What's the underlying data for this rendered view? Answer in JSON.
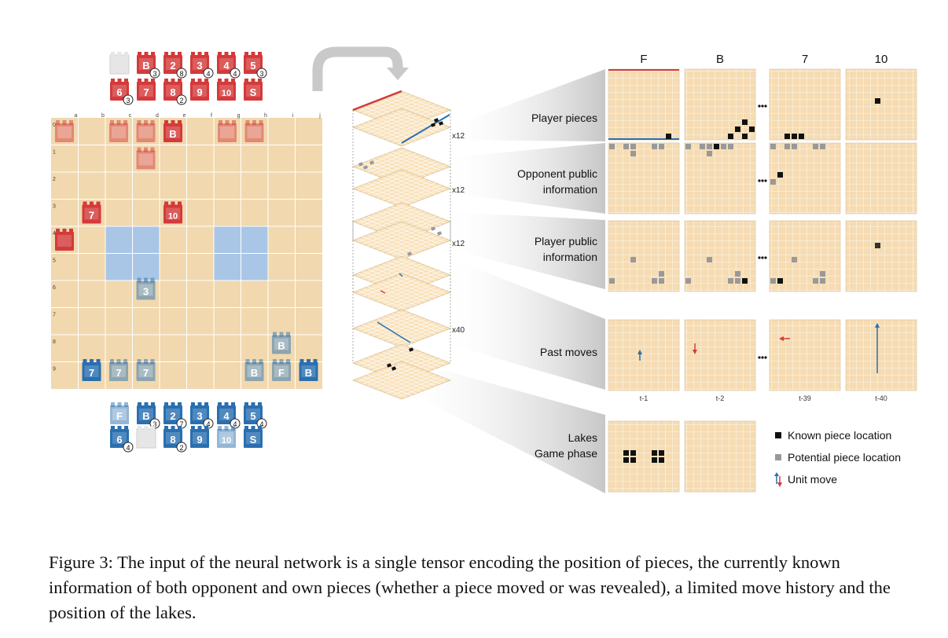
{
  "caption": "Figure 3: The input of the neural network is a single tensor encoding the position of pieces, the currently known information of both opponent and own pieces (whether a piece moved or was revealed), a limited move history and the position of the lakes.",
  "board": {
    "col_labels": [
      "a",
      "b",
      "c",
      "d",
      "e",
      "f",
      "g",
      "h",
      "i",
      "j"
    ],
    "row_labels": [
      "0",
      "1",
      "2",
      "3",
      "4",
      "5",
      "6",
      "7",
      "8",
      "9"
    ],
    "colors": {
      "board": "#f1d8ae",
      "grid": "#ffffff",
      "lake": "#a9c6e6",
      "red": "#d43a3a",
      "blue": "#2a6fb0"
    },
    "red_tray_row1": [
      {
        "label": "",
        "count": "",
        "faded": true
      },
      {
        "label": "B",
        "count": "3"
      },
      {
        "label": "2",
        "count": "8"
      },
      {
        "label": "3",
        "count": "4"
      },
      {
        "label": "4",
        "count": "4"
      },
      {
        "label": "5",
        "count": "3"
      }
    ],
    "red_tray_row2": [
      {
        "label": "6",
        "count": "3"
      },
      {
        "label": "7",
        "count": ""
      },
      {
        "label": "8",
        "count": "2"
      },
      {
        "label": "9",
        "count": ""
      },
      {
        "label": "10",
        "count": ""
      },
      {
        "label": "S",
        "count": ""
      }
    ],
    "blue_tray_row1": [
      {
        "label": "F",
        "count": "",
        "faded": true
      },
      {
        "label": "B",
        "count": "3"
      },
      {
        "label": "2",
        "count": "7"
      },
      {
        "label": "3",
        "count": "4"
      },
      {
        "label": "4",
        "count": "4"
      },
      {
        "label": "5",
        "count": "4"
      }
    ],
    "blue_tray_row2": [
      {
        "label": "6",
        "count": "4"
      },
      {
        "label": "",
        "count": "",
        "faded": true
      },
      {
        "label": "8",
        "count": "2"
      },
      {
        "label": "9",
        "count": ""
      },
      {
        "label": "10",
        "count": "",
        "faded": true
      },
      {
        "label": "S",
        "count": ""
      }
    ],
    "red_on_board": [
      {
        "col": 0,
        "row": 0,
        "label": "",
        "faded": true
      },
      {
        "col": 2,
        "row": 0,
        "label": "",
        "faded": true
      },
      {
        "col": 3,
        "row": 0,
        "label": "",
        "faded": true
      },
      {
        "col": 4,
        "row": 0,
        "label": "B"
      },
      {
        "col": 6,
        "row": 0,
        "label": "",
        "faded": true
      },
      {
        "col": 7,
        "row": 0,
        "label": "",
        "faded": true
      },
      {
        "col": 3,
        "row": 1,
        "label": "",
        "faded": true
      },
      {
        "col": 1,
        "row": 3,
        "label": "7"
      },
      {
        "col": 4,
        "row": 3,
        "label": "10"
      },
      {
        "col": 0,
        "row": 4,
        "label": ""
      }
    ],
    "blue_on_board": [
      {
        "col": 3,
        "row": 5,
        "label": "3",
        "faded": true
      },
      {
        "col": 8,
        "row": 7,
        "label": "B",
        "faded": true
      },
      {
        "col": 1,
        "row": 8,
        "label": "7"
      },
      {
        "col": 2,
        "row": 8,
        "label": "7",
        "faded": true
      },
      {
        "col": 3,
        "row": 8,
        "label": "7",
        "faded": true
      },
      {
        "col": 7,
        "row": 8,
        "label": "B",
        "faded": true
      },
      {
        "col": 8,
        "row": 8,
        "label": "F",
        "faded": true
      },
      {
        "col": 9,
        "row": 8,
        "label": "B"
      }
    ]
  },
  "stack_labels": [
    "x12",
    "x12",
    "x12",
    "x40"
  ],
  "rows": [
    {
      "label": "Player pieces",
      "label2": ""
    },
    {
      "label": "Opponent public",
      "label2": "information"
    },
    {
      "label": "Player public",
      "label2": "information"
    },
    {
      "label": "Past moves",
      "label2": ""
    },
    {
      "label": "Lakes",
      "label2": "Game phase"
    }
  ],
  "column_headers": [
    "F",
    "B",
    "7",
    "10"
  ],
  "time_labels": [
    "t-1",
    "t-2",
    "t-39",
    "t-40"
  ],
  "legend": [
    {
      "label": "Known piece location",
      "icon": "black-square-icon"
    },
    {
      "label": "Potential piece location",
      "icon": "gray-square-icon"
    },
    {
      "label": "Unit move",
      "icon": "arrows-icon"
    }
  ]
}
